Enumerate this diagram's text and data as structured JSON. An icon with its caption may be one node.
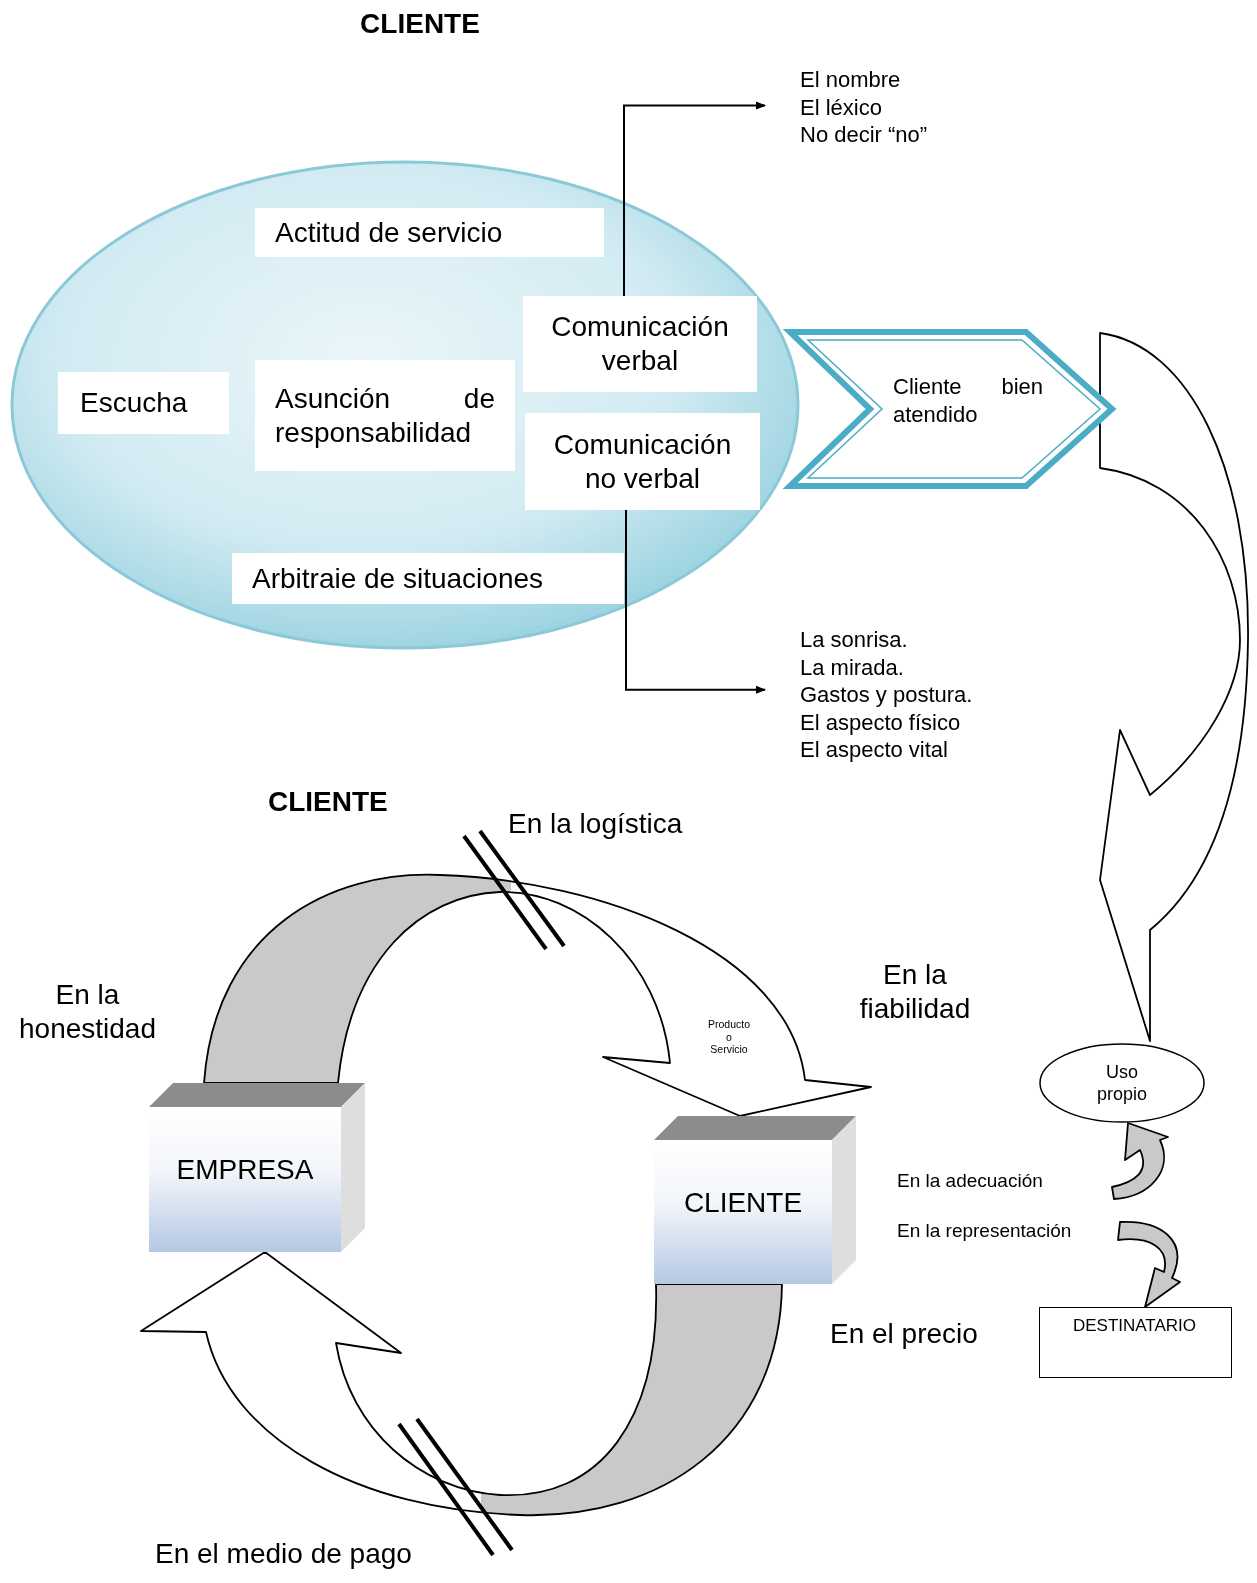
{
  "diagram": {
    "title": "CLIENTE",
    "nodes": [
      {
        "text": [],
        "shape": "ellipse"
      },
      {
        "text": [
          "Actitud de servicio"
        ],
        "in": 0
      },
      {
        "text": [
          "Escucha"
        ],
        "in": 0
      },
      {
        "text": [
          "Asunción de responsabilidad"
        ],
        "in": 0
      },
      {
        "text": [
          "Comunicación verbal"
        ],
        "in": 0
      },
      {
        "text": [
          "Comunicación no verbal"
        ],
        "in": 0
      },
      {
        "text": [
          "Arbitraie de situaciones"
        ],
        "in": 0
      },
      {
        "text": [
          "Cliente bien atendido"
        ]
      },
      {
        "text": [
          "El nombre",
          "El léxico",
          "No decir  “no”"
        ]
      },
      {
        "text": [
          "La sonrisa.",
          "La mirada.",
          "Gastos y postura.",
          "El aspecto físico",
          "El aspecto vital"
        ]
      },
      {
        "text": [
          "Uso propio"
        ]
      },
      {
        "text": [
          "DESTINATARIO"
        ]
      },
      {
        "text": [
          "EMPRESA"
        ]
      },
      {
        "text": [
          "CLIENTE"
        ]
      }
    ],
    "edges": [
      {
        "from": 4,
        "to": 8,
        "arrow": "to"
      },
      {
        "from": 5,
        "to": 9,
        "arrow": "to"
      },
      {
        "from": 7,
        "to": 10,
        "arrow": "to",
        "style": "thick"
      },
      {
        "from": 12,
        "to": 13,
        "arrow": "to",
        "style": "thick"
      },
      {
        "from": 13,
        "to": 12,
        "arrow": "to",
        "style": "thick"
      },
      {
        "from": null,
        "to": 10,
        "arrow": "to",
        "style": "thick"
      },
      {
        "from": null,
        "to": 11,
        "arrow": "to",
        "style": "thick"
      }
    ],
    "labels": [
      "CLIENTE",
      "En la logística",
      "En la honestidad",
      "En la fiabilidad",
      "Producto o Servicio",
      "En la adecuación",
      "En la representación",
      "En el precio",
      "En el medio de pago"
    ]
  }
}
